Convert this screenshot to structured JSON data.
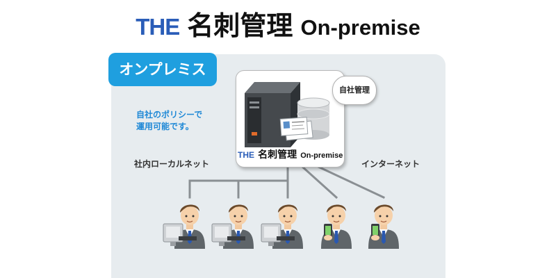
{
  "title": {
    "brand": "THE",
    "product": "名刺管理",
    "edition": "On-premise"
  },
  "badge": {
    "label": "オンプレミス"
  },
  "server": {
    "bubble": "自社管理",
    "logo": {
      "brand": "THE",
      "product": "名刺管理",
      "edition": "On-premise"
    }
  },
  "policy": {
    "line1": "自社のポリシーで",
    "line2": "運用可能です。"
  },
  "networks": {
    "lan": "社内ローカルネット",
    "internet": "インターネット"
  },
  "users": [
    {
      "device": "desktop-pc"
    },
    {
      "device": "desktop-pc"
    },
    {
      "device": "desktop-pc"
    },
    {
      "device": "smartphone"
    },
    {
      "device": "smartphone"
    }
  ],
  "colors": {
    "brand_blue": "#2a5db8",
    "badge_blue": "#1f9fdf",
    "panel_gray": "#e7ecef",
    "policy_blue": "#1e88d6",
    "line_gray": "#8a8f93"
  }
}
